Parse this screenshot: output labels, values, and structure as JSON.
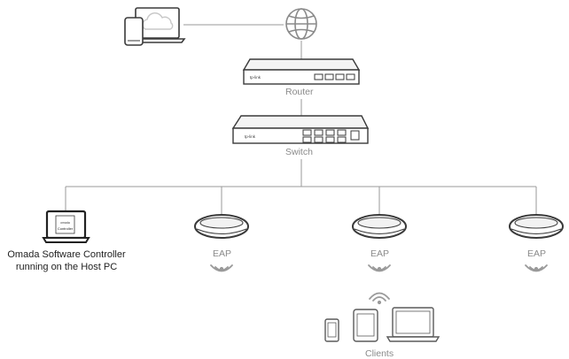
{
  "colors": {
    "line": "#9a9a9a",
    "device_stroke": "#3a3a3a",
    "cloud_stroke": "#c8c8c8",
    "label_gray": "#8a8a8a",
    "label_dark": "#222222"
  },
  "nodes": {
    "router": {
      "label": "Router",
      "brand": "tp-link",
      "icon": "router-icon"
    },
    "switch": {
      "label": "Switch",
      "brand": "tp-link",
      "icon": "switch-icon"
    },
    "internet": {
      "icon": "globe-icon"
    },
    "cloud_devices": {
      "icon": "cloud-devices-icon"
    },
    "controller": {
      "screen_brand": "omada",
      "screen_label": "Controller",
      "label_line1": "Omada Software Controller",
      "label_line2": "running on the Host PC",
      "icon": "laptop-icon"
    },
    "eaps": [
      {
        "label": "EAP",
        "icon": "access-point-icon"
      },
      {
        "label": "EAP",
        "icon": "access-point-icon"
      },
      {
        "label": "EAP",
        "icon": "access-point-icon"
      }
    ],
    "clients": {
      "label": "Clients",
      "icons": [
        "phone-icon",
        "tablet-icon",
        "laptop-icon"
      ]
    }
  }
}
